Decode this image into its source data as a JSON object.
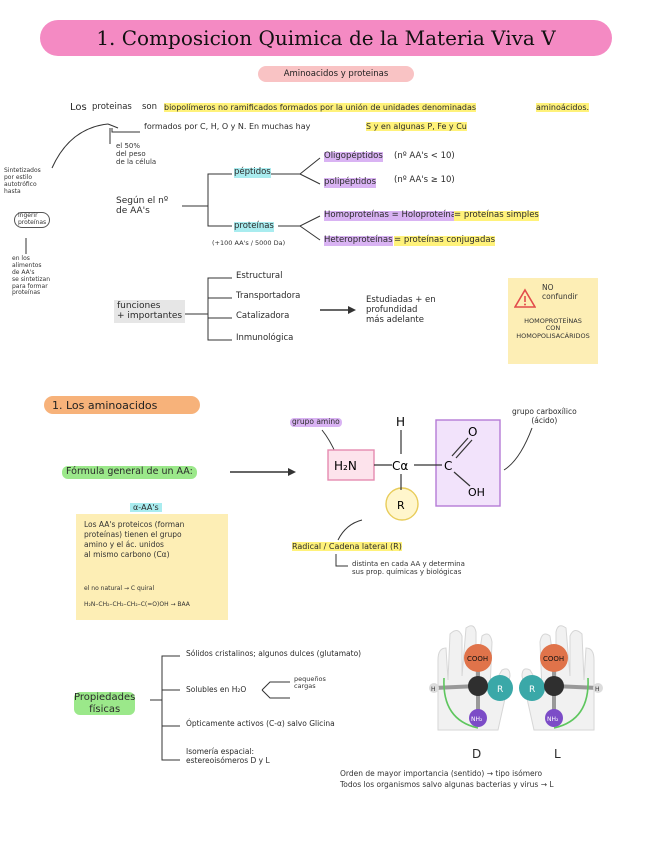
{
  "title": "1.   Composicion Quimica de la Materia Viva V",
  "subtitle": "Aminoacidos y proteinas",
  "intro": {
    "word_los": "Los",
    "word_proteinas": "proteinas",
    "word_son": "son",
    "hl_biopolimeros": "biopolímeros no ramificados formados por la unión de unidades denominadas",
    "hl_aminoacidos": "aminoácidos.",
    "formados_por": "formados por  C, H, O y N. En muchas hay",
    "s_y_en": "S y en algunas P, Fe y Cu",
    "sec_seco": "el 50%\ndel peso\nde la célula"
  },
  "left_note": {
    "line1": "Sintetizados\npor estilo\nautotrófico\nhasta",
    "line2": "ingerir\nproteínas",
    "line3": "en los\nalimentos\nde AA's\nse sintetizan\npara formar\nproteínas"
  },
  "clasificacion": {
    "segun": "Según el nº\nde AA's",
    "peptidos": "péptidos",
    "oligopeptidos": "Oligopéptidos",
    "oligo_note": "(nº AA's < 10)",
    "polipeptidos": "polipéptidos",
    "poli_note": "(nº AA's ≥ 10)",
    "proteinas": "proteínas",
    "prot_note": "(+100 AA's / 5000 Da)",
    "holoproteinas": "Homoproteínas = Holoproteínas",
    "proteinas_simples": "= proteínas simples",
    "heteroproteinas": "Heteroproteínas",
    "proteinas_conjugadas": "= proteínas conjugadas"
  },
  "funciones": {
    "label": "funciones\n+ importantes",
    "items": [
      "Estructural",
      "Transportadora",
      "Catalizadora",
      "Inmunológica"
    ],
    "nota": "Estudiadas + en\nprofundidad\nmás adelante"
  },
  "warning": {
    "no_confundir": "NO\nconfundir",
    "texto": "HOMOPROTEÍNAS\nCON\nHOMOPOLISACÁRIDOS"
  },
  "section2": "1.  Los aminoacidos",
  "formula": {
    "label": "Fórmula general de un AA:",
    "grupo_amino": "grupo amino",
    "grupo_carboxilico": "grupo carboxílico\n(ácido)",
    "h": "H",
    "h2n": "H₂N",
    "ca": "Cα",
    "c": "C",
    "o": "O",
    "oh": "OH",
    "r": "R",
    "radical": "Radical / Cadena lateral (R)",
    "radical_note": "distinta en cada AA y determina\nsus prop. químicas y biológicas"
  },
  "alpha_box": {
    "title": "α-AA's",
    "text": "Los AA's proteicos (forman\nproteínas) tienen el grupo\namino y el ác. unidos\nal mismo carbono (Cα)",
    "pie1": "el no natural → C quiral",
    "pie2": "H₂N–CH₂–CH₂–CH₂–C(=O)OH → BAA"
  },
  "propiedades": {
    "label": "Propiedades\nfísicas",
    "items": [
      "Sólidos cristalinos; algunos dulces (glutamato)",
      "Solubles en H₂O",
      "Ópticamente activos (C-α) salvo Glicina",
      "Isomería espacial:\nestereoisómeros D y L"
    ],
    "sub_solubles": "pequeños\ncargas"
  },
  "molecules": {
    "cooh": "COOH",
    "r": "R",
    "h": "H",
    "nh2": "NH₂",
    "d": "D",
    "l": "L"
  },
  "orden": "Orden de mayor importancia (sentido) → tipo isómero\nTodos los organismos salvo algunas bacterias y virus → L",
  "colors": {
    "title_pink": "#f48ac3",
    "subtitle_pink": "#f9c3c4",
    "highlight_yellow": "#fff27a",
    "highlight_cyan": "#a9ecef",
    "highlight_purple": "#d9b3f3",
    "highlight_green": "#9be88a",
    "highlight_orange": "#f7b27a",
    "note_cream": "#fdeeb5"
  }
}
